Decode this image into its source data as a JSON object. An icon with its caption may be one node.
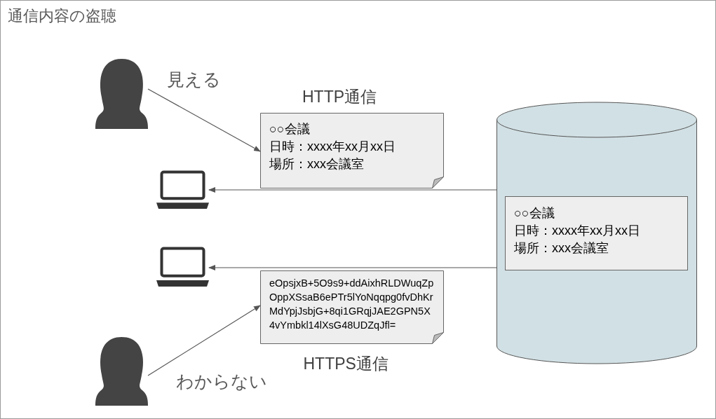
{
  "diagram": {
    "title": "通信内容の盗聴",
    "nodes": [
      {
        "text": [],
        "shape": "person"
      },
      {
        "text": [
          "○○会議",
          "日時：xxxx年xx月xx日",
          "場所：xxx会議室"
        ],
        "beside": [
          "HTTP通信"
        ]
      },
      {
        "text": [],
        "shape": "computer"
      },
      {
        "text": [],
        "shape": "computer"
      },
      {
        "text": [
          "eOpsjxB+5O9s9+ddAixhRLDWuqZpOppXSsaB6ePTr5lYoNqqpg0fvDhKrMdYpjJsbjG+8qi1GRqjJAE2GPN5X4vYmbkl14lXsG48UDZqJfl="
        ],
        "beside": [
          "HTTPS通信"
        ]
      },
      {
        "text": [],
        "shape": "person"
      },
      {
        "text": [],
        "shape": "cylinder"
      },
      {
        "text": [
          "○○会議",
          "日時：xxxx年xx月xx日",
          "場所：xxx会議室"
        ],
        "in": 6
      }
    ],
    "edges": [
      {
        "from": 0,
        "to": 1,
        "arrow": "to",
        "label": "見える"
      },
      {
        "from": 6,
        "to": 2,
        "arrow": "to"
      },
      {
        "from": 6,
        "to": 3,
        "arrow": "to"
      },
      {
        "from": 5,
        "to": 4,
        "arrow": "to",
        "label": "わからない"
      }
    ]
  }
}
